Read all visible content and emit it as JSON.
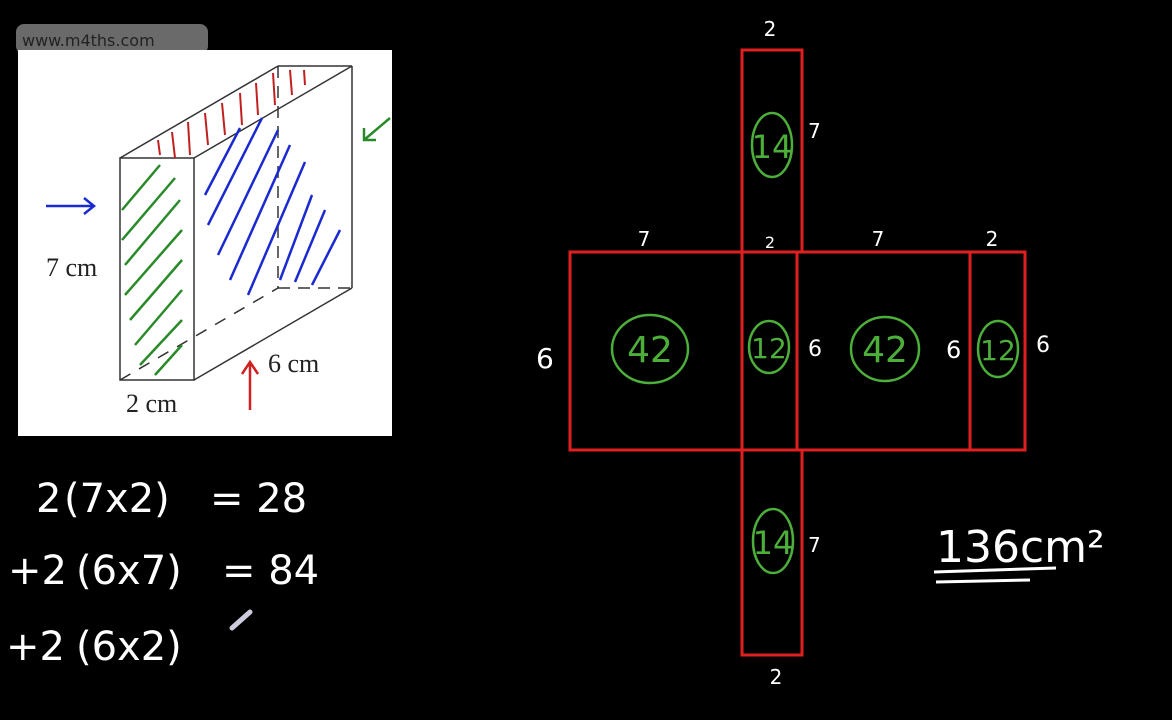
{
  "watermark": "www.m4ths.com",
  "prism": {
    "height_label": "7 cm",
    "depth_label": "6 cm",
    "width_label": "2 cm"
  },
  "working": {
    "lines": [
      {
        "prefix": "2",
        "expr": "(7x2)",
        "result": "= 28"
      },
      {
        "prefix": "+2",
        "expr": "(6x7)",
        "result": "= 84"
      },
      {
        "prefix": "+2",
        "expr": "(6x2)",
        "result": ""
      }
    ]
  },
  "net": {
    "top_strip": {
      "width": "2",
      "height": "7",
      "area": "14"
    },
    "bottom_strip": {
      "width": "2",
      "height": "7",
      "area": "14"
    },
    "faces": [
      {
        "top": "7",
        "side": "6",
        "area": "42"
      },
      {
        "top": "2",
        "side": "6",
        "area": "12"
      },
      {
        "top": "7",
        "side": "6",
        "area": "42"
      },
      {
        "top": "2",
        "side": "6",
        "area": "12"
      }
    ],
    "outline_color": "#e02020",
    "area_color": "#4caf3a"
  },
  "total": "136cm²"
}
